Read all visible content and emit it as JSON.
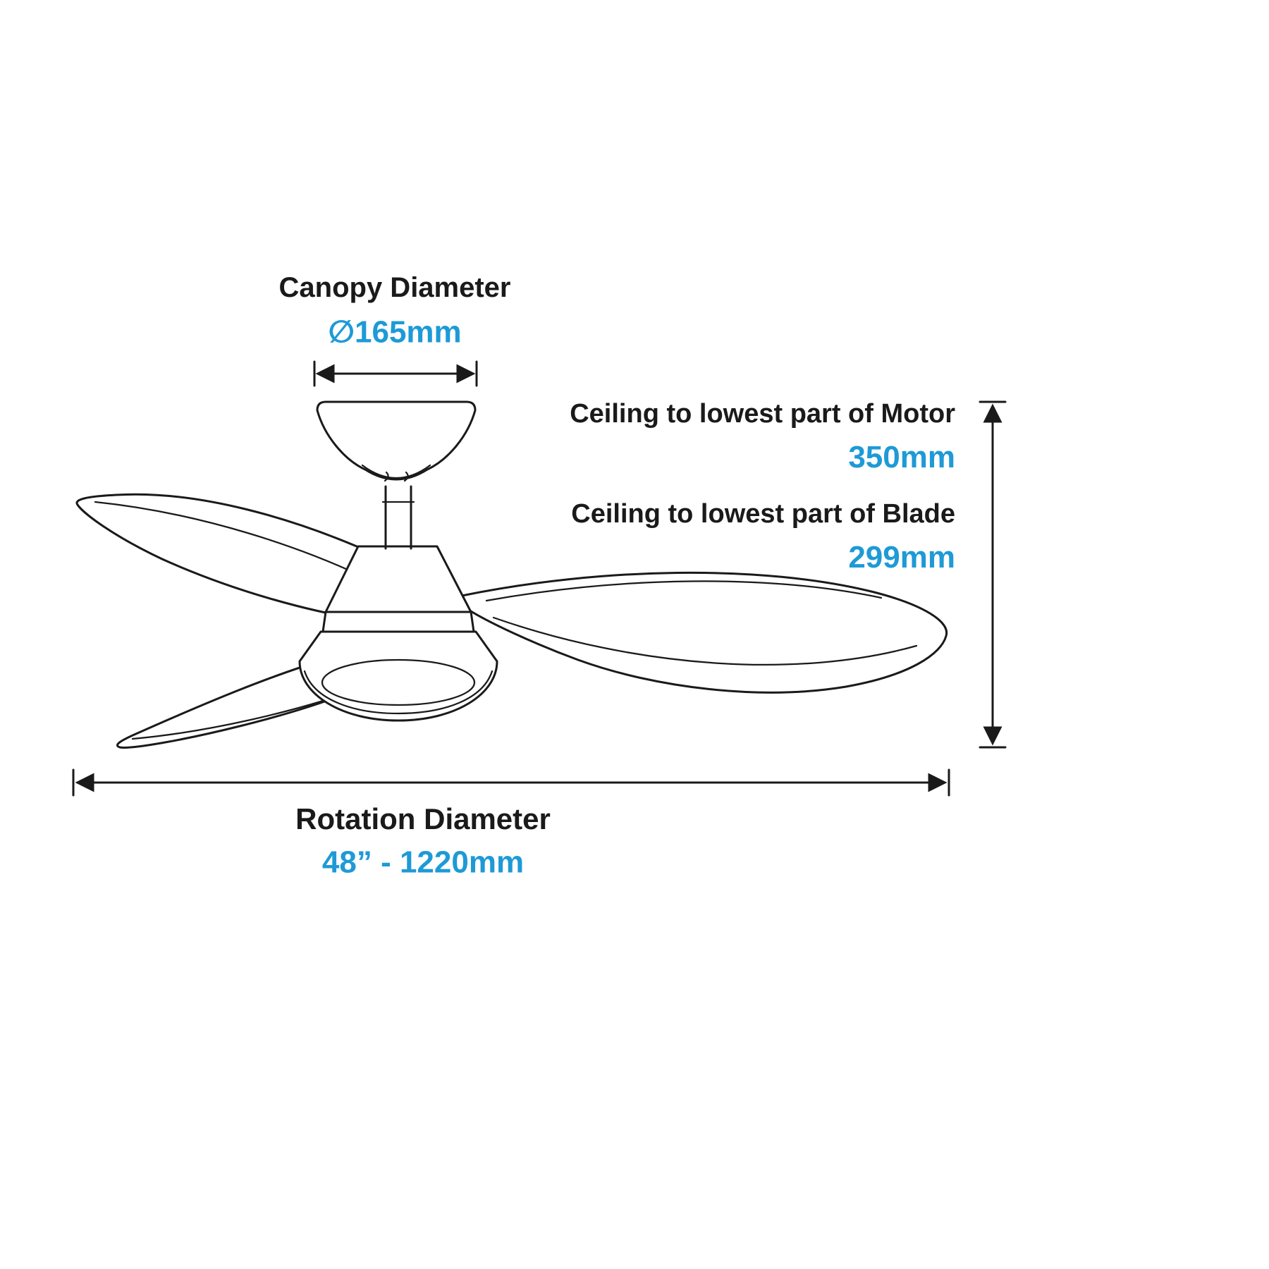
{
  "dimensions": {
    "canopy": {
      "label": "Canopy Diameter",
      "value": "∅165mm"
    },
    "ceiling_to_motor": {
      "label": "Ceiling to lowest part of Motor",
      "value": "350mm"
    },
    "ceiling_to_blade": {
      "label": "Ceiling to lowest part of Blade",
      "value": "299mm"
    },
    "rotation": {
      "label": "Rotation Diameter",
      "value": "48” - 1220mm"
    }
  },
  "colors": {
    "accent": "#1e9ad6",
    "ink": "#1a1a1a"
  }
}
